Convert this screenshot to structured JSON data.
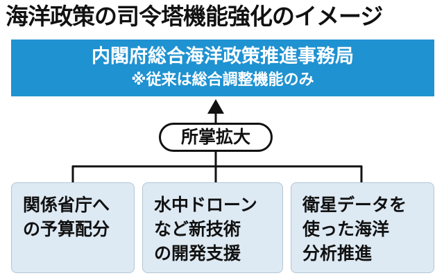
{
  "title": "海洋政策の司令塔機能強化のイメージ",
  "top_box": {
    "line1": "内閣府総合海洋政策推進事務局",
    "line2": "※従来は総合調整機能のみ"
  },
  "connector_label": "所掌拡大",
  "cards": [
    {
      "lines": [
        "関係省庁へ",
        "の予算配分"
      ]
    },
    {
      "lines": [
        "水中ドローン",
        "など新技術",
        "の開発支援"
      ]
    },
    {
      "lines": [
        "衛星データを",
        "使った海洋",
        "分析推進"
      ]
    }
  ],
  "colors": {
    "accent_box": "#1f92d1",
    "card_fill": "#dde9f3",
    "line": "#111111"
  }
}
